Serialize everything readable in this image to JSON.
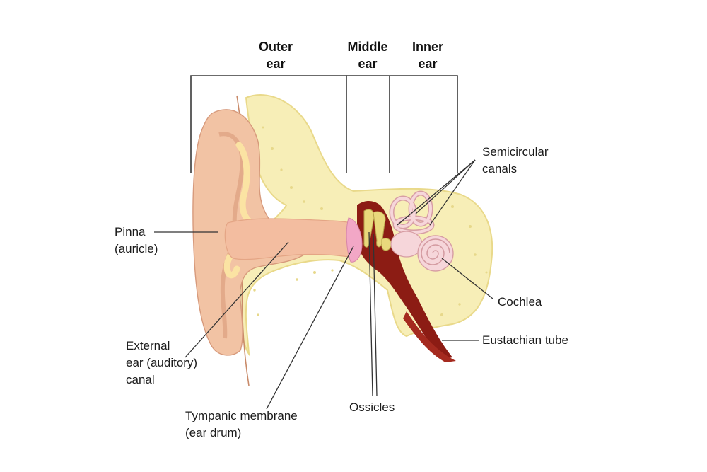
{
  "sections": {
    "outer": "Outer\near",
    "middle": "Middle\near",
    "inner": "Inner\near"
  },
  "labels": {
    "semicircular": "Semicircular\ncanals",
    "pinna": "Pinna\n(auricle)",
    "cochlea": "Cochlea",
    "eustachian": "Eustachian tube",
    "canal": "External\near (auditory)\ncanal",
    "ossicles": "Ossicles",
    "tympanic": "Tympanic membrane\n(ear drum)"
  },
  "colors": {
    "skin": "#f2c3a4",
    "skin_dark": "#e8a586",
    "cartilage": "#fbe3a3",
    "bone": "#f7eeb7",
    "bone_edge": "#e9d98a",
    "cavity": "#8c1c14",
    "eardrum": "#f2a7c6",
    "inner_ear": "#f6d6da",
    "ossicle": "#e9d97c",
    "line": "#333333"
  }
}
